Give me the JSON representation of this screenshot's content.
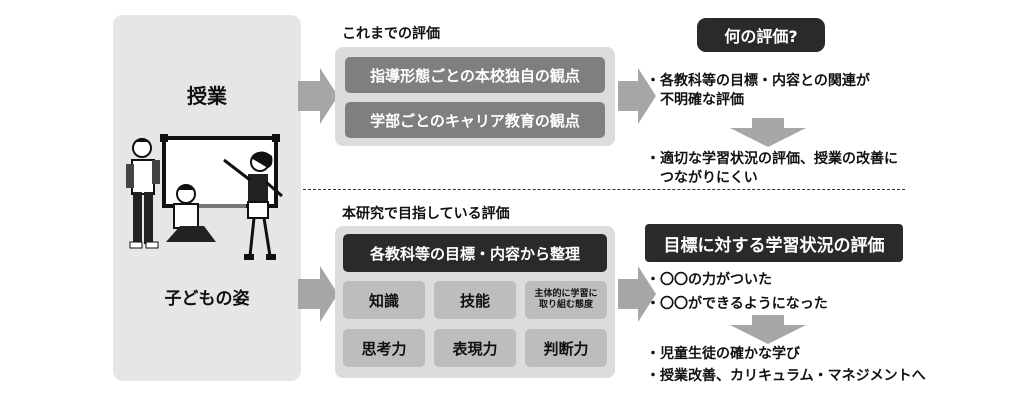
{
  "left": {
    "title": "授業",
    "subtitle": "子どもの姿",
    "illustration_icon": "classroom-illustration-icon"
  },
  "top": {
    "heading": "これまでの評価",
    "items": [
      "指導形態ごとの本校独自の観点",
      "学部ごとのキャリア教育の観点"
    ],
    "question_badge": "何の評価?",
    "bullets": [
      [
        "・各教科等の目標・内容との関連が",
        "　不明確な評価"
      ],
      [
        "・適切な学習状況の評価、授業の改善に",
        "　つながりにくい"
      ]
    ]
  },
  "bottom": {
    "heading": "本研究で目指している評価",
    "banner": "各教科等の目標・内容から整理",
    "grid": [
      "知識",
      "技能",
      "主体的に学習に\n取り組む態度",
      "思考力",
      "表現力",
      "判断力"
    ],
    "goal_badge": "目標に対する学習状況の評価",
    "results": [
      "・〇〇の力がついた",
      "・〇〇ができるようになった"
    ],
    "outcomes": [
      "・児童生徒の確かな学び",
      "・授業改善、カリキュラム・マネジメントへ"
    ]
  },
  "colors": {
    "arrow": "#a6a6a6",
    "dark": "#2a2a2a",
    "mid": "#7f7f7f",
    "cell": "#bdbdbd"
  }
}
